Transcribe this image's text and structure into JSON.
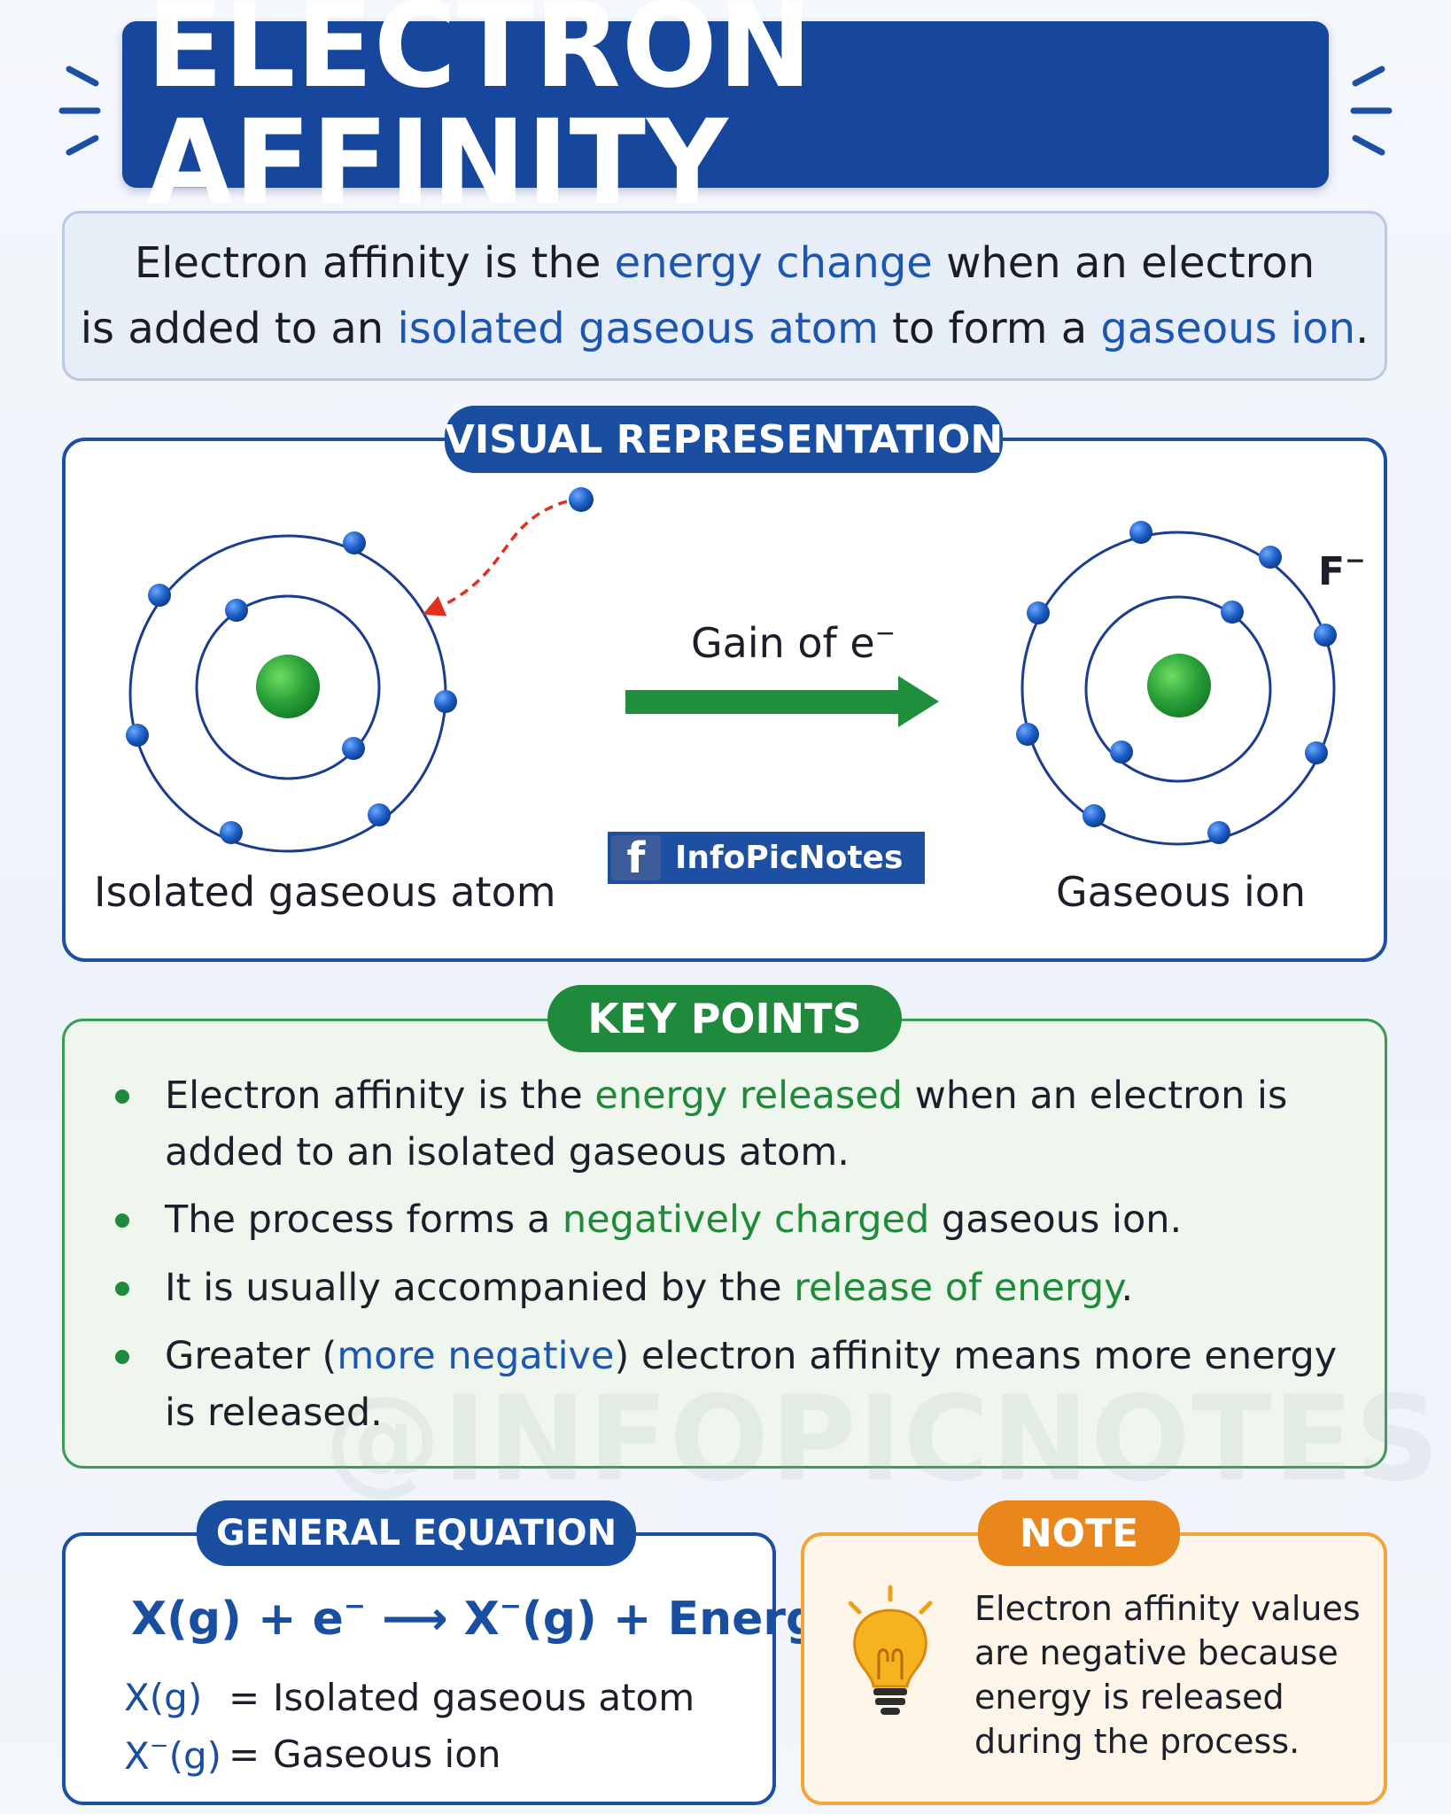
{
  "title": "ELECTRON AFFINITY",
  "definition": {
    "line1": [
      "Electron affinity is the ",
      "energy change",
      " when an electron"
    ],
    "line2": [
      "is added to an ",
      "isolated gaseous atom",
      " to form a ",
      "gaseous ion",
      "."
    ]
  },
  "visual": {
    "heading": "VISUAL REPRESENTATION",
    "atom_label": "Isolated gaseous atom",
    "ion_label": "Gaseous ion",
    "arrow_label": "Gain of e",
    "arrow_label_sup": "−",
    "ion_symbol": "F",
    "ion_symbol_sup": "−"
  },
  "social": {
    "icon": "facebook-icon",
    "icon_glyph": "f",
    "handle": "InfoPicNotes"
  },
  "key_points": {
    "heading": "KEY POINTS",
    "items": [
      {
        "lines": [
          [
            "Electron affinity is the ",
            "energy released",
            " when an electron is"
          ],
          [
            "added to an isolated gaseous atom."
          ]
        ]
      },
      {
        "lines": [
          [
            "The process forms a ",
            "negatively charged",
            " gaseous ion."
          ]
        ]
      },
      {
        "lines": [
          [
            "It is usually accompanied by the ",
            "release of energy",
            "."
          ]
        ]
      },
      {
        "lines": [
          [
            "Greater (",
            "more negative",
            ") electron affinity means more energy"
          ],
          [
            "is released."
          ]
        ]
      }
    ]
  },
  "watermark": "@INFOPICNOTES",
  "equation": {
    "heading": "GENERAL EQUATION",
    "main_parts": [
      "X(g) + e",
      "−",
      " ⟶ X",
      "−",
      "(g) + Energy"
    ],
    "defs": [
      {
        "term": "X(g)",
        "term_sup": "",
        "eq": "=",
        "meaning": "Isolated gaseous atom"
      },
      {
        "term": "X",
        "term_sup": "−",
        "term_tail": "(g)",
        "eq": "=",
        "meaning": "Gaseous ion"
      }
    ]
  },
  "note": {
    "heading": "NOTE",
    "icon": "lightbulb-icon",
    "lines": [
      "Electron affinity values",
      "are negative because",
      "energy is released",
      "during the process."
    ]
  },
  "colors": {
    "primary_blue": "#1a4ea0",
    "highlight_blue": "#1d56b0",
    "green": "#1f8a3c",
    "orange": "#e9871c",
    "nucleus": "#2aa43a",
    "electron": "#1d5fc7",
    "incoming_path": "#e0301e"
  }
}
